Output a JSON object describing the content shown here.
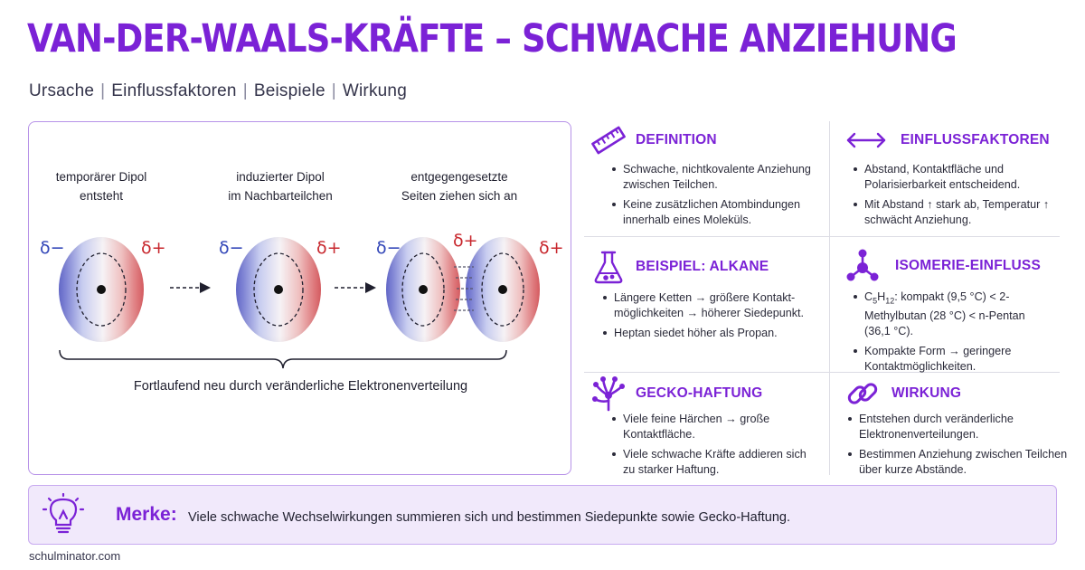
{
  "header": {
    "title": "VAN-DER-WAALS-KRÄFTE – SCHWACHE ANZIEHUNG",
    "subtitle": [
      "Ursache",
      "Einflussfaktoren",
      "Beispiele",
      "Wirkung"
    ],
    "separator": "|"
  },
  "diagram": {
    "stages": [
      {
        "line1": "temporärer Dipol",
        "line2": "entsteht"
      },
      {
        "line1": "induzierter Dipol",
        "line2": "im Nachbarteilchen"
      },
      {
        "line1": "entgegengesetzte",
        "line2": "Seiten ziehen sich an"
      }
    ],
    "delta_neg": "δ−",
    "delta_pos": "δ+",
    "caption": "Fortlaufend neu durch veränderliche Elektronenverteilung",
    "colors": {
      "negative": "#3347b8",
      "positive": "#c8282e"
    }
  },
  "cards": {
    "definition": {
      "title": "DEFINITION",
      "icon": "ruler-icon",
      "items": [
        "Schwache, nichtkovalente Anziehung zwischen Teilchen.",
        "Keine zusätzlichen Atombindungen innerhalb eines Moleküls."
      ]
    },
    "einfluss": {
      "title": "EINFLUSSFAKTOREN",
      "icon": "double-arrow-icon",
      "items": [
        "Abstand, Kontaktfläche und Polarisierbarkeit entscheidend.",
        "Mit Abstand ↑ stark ab, Temperatur ↑ schwächt Anziehung."
      ]
    },
    "alkane": {
      "title": "BEISPIEL: ALKANE",
      "icon": "flask-icon",
      "items": [
        "Längere Ketten → größere Kontakt-möglichkeiten → höherer Siedepunkt.",
        "Heptan siedet höher als Propan."
      ]
    },
    "isomerie": {
      "title": "ISOMERIE-EINFLUSS",
      "icon": "molecule-icon",
      "formula": {
        "c": "C",
        "c_sub": "5",
        "h": "H",
        "h_sub": "12",
        "rest": ": kompakt (9,5 °C) < 2-Methylbutan (28 °C) < n-Pentan (36,1 °C)."
      },
      "items": [
        "Kompakte Form → geringere Kontaktmöglichkeiten."
      ]
    },
    "gecko": {
      "title": "GECKO-HAFTUNG",
      "icon": "gecko-foot-icon",
      "items": [
        "Viele feine Härchen → große Kontaktfläche.",
        "Viele schwache Kräfte addieren sich zu starker Haftung."
      ]
    },
    "wirkung": {
      "title": "WIRKUNG",
      "icon": "chain-link-icon",
      "items": [
        "Entstehen durch veränderliche Elektronenverteilungen.",
        "Bestimmen Anziehung zwischen Teilchen über kurze Abstände."
      ]
    }
  },
  "merke": {
    "label": "Merke:",
    "text": "Viele schwache Wechselwirkungen summieren sich und bestimmen Siedepunkte sowie Gecko-Haftung.",
    "icon": "lightbulb-icon"
  },
  "footer": {
    "site": "schulminator.com"
  },
  "colors": {
    "accent": "#7b22d6",
    "border": "#b792e8",
    "merke_bg": "#f1e9fb"
  }
}
